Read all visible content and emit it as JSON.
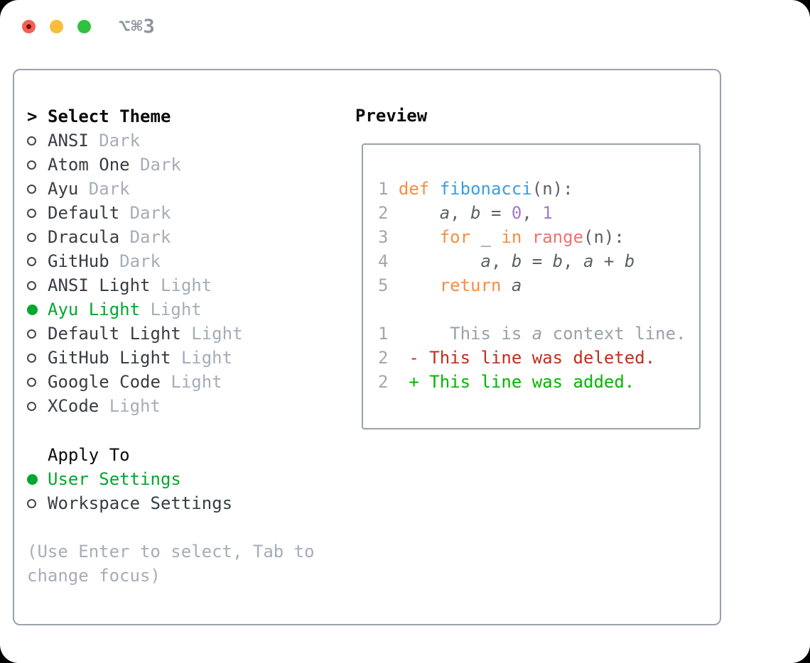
{
  "window": {
    "shortcut_title": "⌥⌘3",
    "traffic_lights": [
      "close",
      "minimize",
      "zoom"
    ]
  },
  "colors": {
    "accent_green": "#00a82f",
    "added_green": "#00b600",
    "deleted_red": "#c22d1c",
    "keyword_orange": "#fa8d3e",
    "function_blue": "#399ee6",
    "number_purple": "#a37acc",
    "call_coral": "#f07171",
    "code_foreground": "#5c6166",
    "line_number_gray": "#a0a7b0",
    "muted_gray": "#a6adb8",
    "item_text": "#383d44",
    "border_gray": "#99a1ac",
    "traffic_red": "#f35f55",
    "traffic_yellow": "#f8bd3b",
    "traffic_green": "#2fc13f",
    "title_gray": "#8d949e"
  },
  "theme_selector": {
    "cursor": ">",
    "header": "Select Theme",
    "themes": [
      {
        "name": "ANSI",
        "tag": "Dark",
        "selected": false
      },
      {
        "name": "Atom One",
        "tag": "Dark",
        "selected": false
      },
      {
        "name": "Ayu",
        "tag": "Dark",
        "selected": false
      },
      {
        "name": "Default",
        "tag": "Dark",
        "selected": false
      },
      {
        "name": "Dracula",
        "tag": "Dark",
        "selected": false
      },
      {
        "name": "GitHub",
        "tag": "Dark",
        "selected": false
      },
      {
        "name": "ANSI Light",
        "tag": "Light",
        "selected": false
      },
      {
        "name": "Ayu Light",
        "tag": "Light",
        "selected": true
      },
      {
        "name": "Default Light",
        "tag": "Light",
        "selected": false
      },
      {
        "name": "GitHub Light",
        "tag": "Light",
        "selected": false
      },
      {
        "name": "Google Code",
        "tag": "Light",
        "selected": false
      },
      {
        "name": "XCode",
        "tag": "Light",
        "selected": false
      }
    ]
  },
  "apply_to": {
    "header": "Apply To",
    "options": [
      {
        "name": "User Settings",
        "selected": true
      },
      {
        "name": "Workspace Settings",
        "selected": false
      }
    ]
  },
  "hint": "(Use Enter to select, Tab to change focus)",
  "preview": {
    "header": "Preview",
    "code_lines": [
      {
        "segments": [
          {
            "t": "1 ",
            "c": "ln"
          },
          {
            "t": "def",
            "c": "kw"
          },
          {
            "t": " ",
            "c": "fg"
          },
          {
            "t": "fibonacci",
            "c": "fn"
          },
          {
            "t": "(n):",
            "c": "fg"
          }
        ]
      },
      {
        "segments": [
          {
            "t": "2 ",
            "c": "ln"
          },
          {
            "t": "    ",
            "c": "fg"
          },
          {
            "t": "a",
            "c": "var"
          },
          {
            "t": ", ",
            "c": "fg"
          },
          {
            "t": "b",
            "c": "var"
          },
          {
            "t": " = ",
            "c": "fg"
          },
          {
            "t": "0",
            "c": "num"
          },
          {
            "t": ", ",
            "c": "fg"
          },
          {
            "t": "1",
            "c": "num"
          }
        ]
      },
      {
        "segments": [
          {
            "t": "3 ",
            "c": "ln"
          },
          {
            "t": "    ",
            "c": "fg"
          },
          {
            "t": "for",
            "c": "kw"
          },
          {
            "t": " _ ",
            "c": "fg"
          },
          {
            "t": "in",
            "c": "kw"
          },
          {
            "t": " ",
            "c": "fg"
          },
          {
            "t": "range",
            "c": "rng"
          },
          {
            "t": "(n):",
            "c": "fg"
          }
        ]
      },
      {
        "segments": [
          {
            "t": "4 ",
            "c": "ln"
          },
          {
            "t": "        ",
            "c": "fg"
          },
          {
            "t": "a",
            "c": "var"
          },
          {
            "t": ", ",
            "c": "fg"
          },
          {
            "t": "b",
            "c": "var"
          },
          {
            "t": " = ",
            "c": "fg"
          },
          {
            "t": "b",
            "c": "var"
          },
          {
            "t": ", ",
            "c": "fg"
          },
          {
            "t": "a",
            "c": "var"
          },
          {
            "t": " + ",
            "c": "fg"
          },
          {
            "t": "b",
            "c": "var"
          }
        ]
      },
      {
        "segments": [
          {
            "t": "5 ",
            "c": "ln"
          },
          {
            "t": "    ",
            "c": "fg"
          },
          {
            "t": "return",
            "c": "kw"
          },
          {
            "t": " ",
            "c": "fg"
          },
          {
            "t": "a",
            "c": "var"
          }
        ]
      },
      {
        "segments": []
      },
      {
        "segments": [
          {
            "t": "1",
            "c": "ln"
          },
          {
            "t": "      ",
            "c": "fg"
          },
          {
            "t": "This is ",
            "c": "ctx"
          },
          {
            "t": "a",
            "c": "ctxv"
          },
          {
            "t": " context line.",
            "c": "ctx"
          }
        ]
      },
      {
        "segments": [
          {
            "t": "2",
            "c": "ln"
          },
          {
            "t": "  ",
            "c": "fg"
          },
          {
            "t": "- This line was deleted.",
            "c": "del"
          }
        ]
      },
      {
        "segments": [
          {
            "t": "2",
            "c": "ln"
          },
          {
            "t": "  ",
            "c": "fg"
          },
          {
            "t": "+ This line was added.",
            "c": "add"
          }
        ]
      }
    ]
  }
}
